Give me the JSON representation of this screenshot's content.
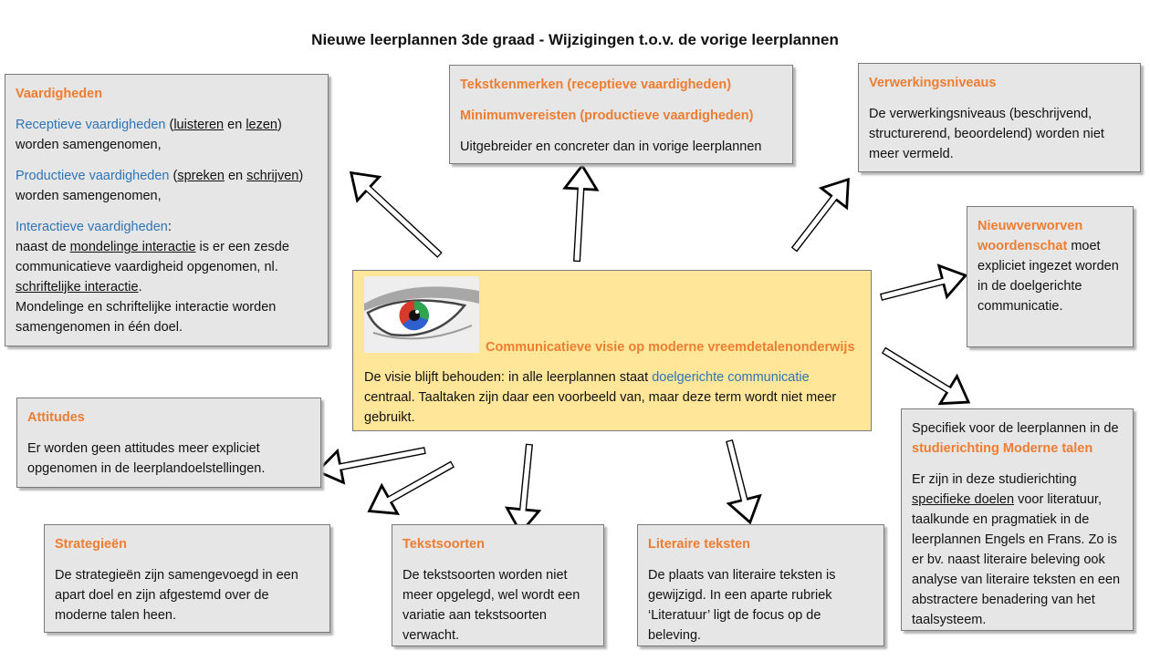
{
  "title": "Nieuwe leerplannen 3de graad - Wijzigingen t.o.v. de vorige leerplannen",
  "colors": {
    "heading": "#ed7d31",
    "link": "#2e75b6",
    "box": "#e6e6e6",
    "center": "#ffe699"
  },
  "vaardigheden": {
    "heading": "Vaardigheden",
    "receptief": "Receptieve vaardigheden",
    "r_open": " (",
    "luisteren": "luisteren",
    "en1": " en ",
    "lezen": "lezen",
    "r_close": ")",
    "r_rest": "worden samengenomen,",
    "productief": "Productieve vaardigheden",
    "p_open": " (",
    "spreken": "spreken",
    "en2": " en ",
    "schrijven": "schrijven",
    "p_close": ")",
    "p_rest": "worden samengenomen,",
    "interactief": "Interactieve vaardigheden",
    "colon": ":",
    "i_text1": "naast de ",
    "mondelinge": "mondelinge interactie",
    "i_text2": " is er een zesde communicatieve vaardigheid opgenomen, nl. ",
    "schriftelijke": "schriftelijke interactie",
    "i_text3": ".",
    "i_text4": "Mondelinge en schriftelijke interactie worden samengenomen in één doel."
  },
  "tekstkenmerken": {
    "heading1": "Tekstkenmerken (receptieve vaardigheden)",
    "heading2": "Minimumvereisten (productieve vaardigheden)",
    "body": "Uitgebreider en concreter dan in vorige leerplannen"
  },
  "verwerkingsniveaus": {
    "heading": "Verwerkingsniveaus",
    "body": "De verwerkingsniveaus (beschrijvend, structurerend, beoordelend) worden niet meer vermeld."
  },
  "woordenschat": {
    "heading": "Nieuwverworven woordenschat",
    "body": " moet expliciet ingezet worden in de doelgerichte communicatie."
  },
  "center": {
    "heading": "Communicatieve visie op moderne vreemdetalenonderwijs",
    "body1": "De visie blijft behouden: in alle leerplannen staat ",
    "link": "doelgerichte communicatie",
    "body2": " centraal. Taaltaken zijn daar een voorbeeld van, maar deze term wordt niet meer gebruikt."
  },
  "attitudes": {
    "heading": "Attitudes",
    "body": "Er worden geen attitudes meer expliciet opgenomen in de leerplandoelstellingen."
  },
  "strategieen": {
    "heading": "Strategieën",
    "body": "De strategieën zijn samengevoegd in een apart doel en zijn afgestemd over de moderne talen heen."
  },
  "tekstsoorten": {
    "heading": "Tekstsoorten",
    "body": "De tekstsoorten worden niet meer opgelegd, wel wordt een variatie aan tekstsoorten verwacht."
  },
  "literaire": {
    "heading": "Literaire teksten",
    "body": "De plaats van literaire teksten is gewijzigd. In een aparte rubriek ‘Literatuur’ ligt de focus op de beleving."
  },
  "specifiek": {
    "intro": "Specifiek voor de leerplannen in de ",
    "highlight": "studierichting Moderne talen",
    "body1": "Er zijn in deze studierichting ",
    "underlined": "specifieke doelen",
    "body2": " voor literatuur, taalkunde en pragmatiek in de leerplannen Engels en Frans. Zo is er bv. naast literaire beleving ook analyse van literaire teksten en een abstractere benadering van het taalsysteem."
  }
}
